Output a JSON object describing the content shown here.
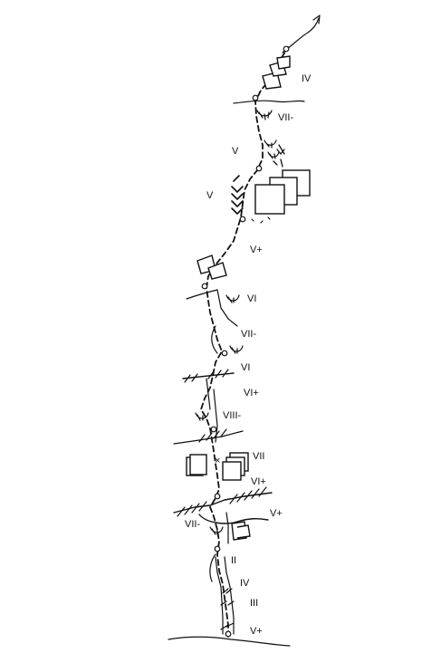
{
  "topo": {
    "grades": [
      {
        "id": "p1",
        "text": "IV"
      },
      {
        "id": "p2",
        "text": "VII-"
      },
      {
        "id": "p3",
        "text": "V"
      },
      {
        "id": "p4",
        "text": "V"
      },
      {
        "id": "p5",
        "text": "V+"
      },
      {
        "id": "p6",
        "text": "VI"
      },
      {
        "id": "p7",
        "text": "VII-"
      },
      {
        "id": "p8",
        "text": "VI"
      },
      {
        "id": "p9",
        "text": "VI+"
      },
      {
        "id": "p10",
        "text": "VIII-"
      },
      {
        "id": "p11",
        "text": "VII"
      },
      {
        "id": "p12",
        "text": "VI+"
      },
      {
        "id": "p13",
        "text": "VII-"
      },
      {
        "id": "p14",
        "text": "V+"
      },
      {
        "id": "p15",
        "text": "II"
      },
      {
        "id": "p16",
        "text": "IV"
      },
      {
        "id": "p17",
        "text": "III"
      },
      {
        "id": "p18",
        "text": "V+"
      }
    ]
  }
}
